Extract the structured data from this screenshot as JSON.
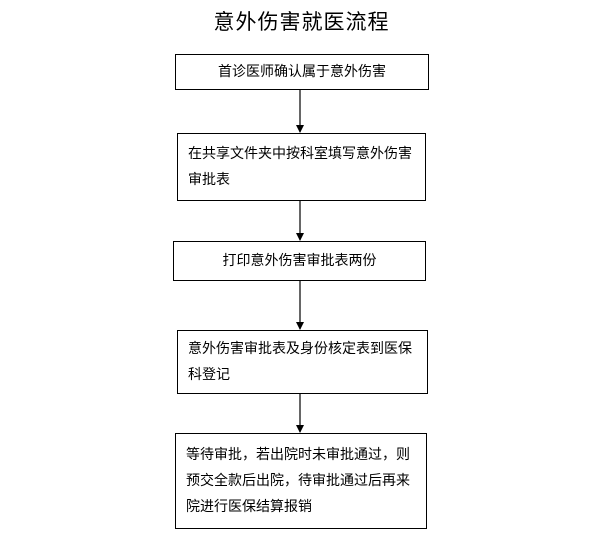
{
  "title": "意外伤害就医流程",
  "steps": [
    {
      "text": "首诊医师确认属于意外伤害"
    },
    {
      "text": "在共享文件夹中按科室填写意外伤害审批表"
    },
    {
      "text": "打印意外伤害审批表两份"
    },
    {
      "text": "意外伤害审批表及身份核定表到医保科登记"
    },
    {
      "text": "等待审批，若出院时未审批通过，则预交全款后出院，待审批通过后再来院进行医保结算报销"
    }
  ]
}
